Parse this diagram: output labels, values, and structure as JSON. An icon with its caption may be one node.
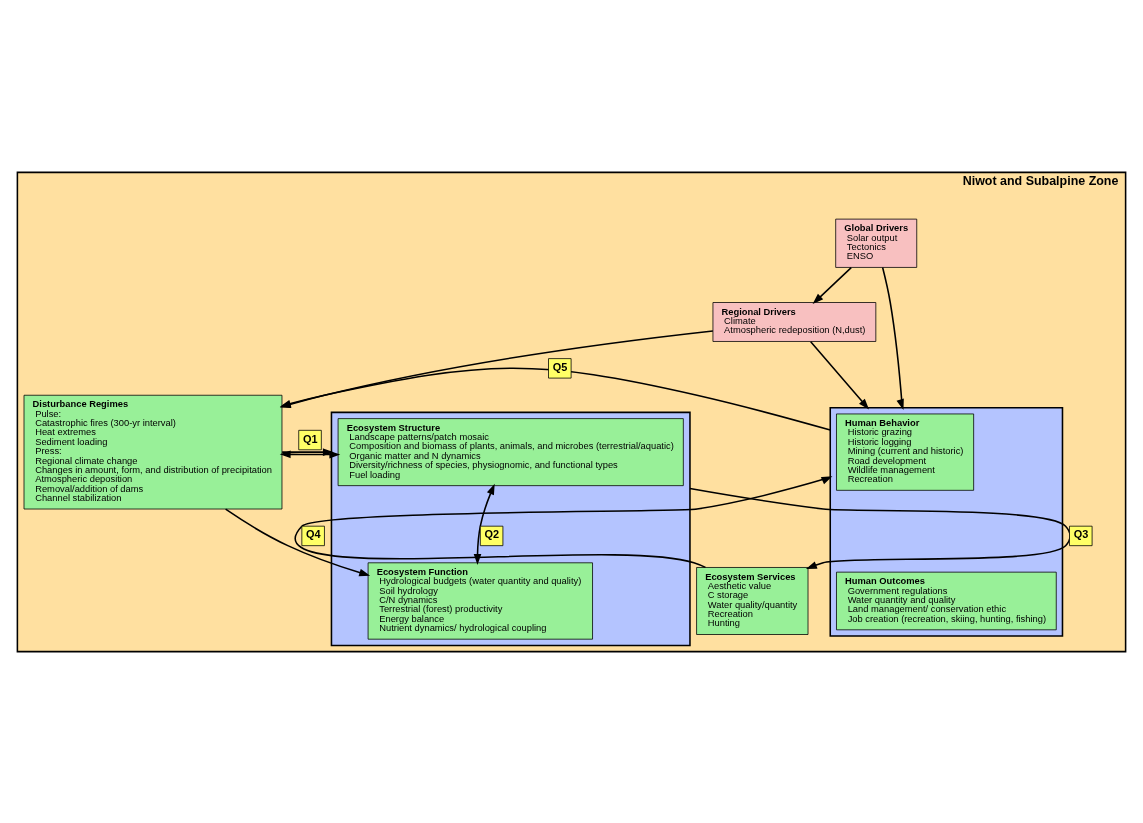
{
  "diagram": {
    "nodes": [
      {
        "text": [
          "Niwot and Subalpine Zone"
        ]
      },
      {
        "text": [
          "Global Drivers",
          "Solar output",
          "Tectonics",
          "ENSO"
        ],
        "in": 0
      },
      {
        "text": [
          "Regional Drivers",
          "Climate",
          "Atmospheric redeposition (N,dust)"
        ],
        "in": 0
      },
      {
        "text": [],
        "shape": "box",
        "in": 0
      },
      {
        "text": [
          "Human Behavior",
          "Historic grazing",
          "Historic logging",
          "Mining (current and historic)",
          "Road development",
          "Wildlife management",
          "Recreation"
        ],
        "in": 3
      },
      {
        "text": [
          "Human Outcomes",
          "Government regulations",
          "Water quantity and quality",
          "Land management/ conservation ethic",
          "Job creation (recreation, skiing, hunting, fishing)"
        ],
        "in": 3
      },
      {
        "text": [
          "Disturbance Regimes",
          "Pulse:",
          "Catastrophic fires (300-yr interval)",
          "Heat extremes",
          "Sediment loading",
          "Press:",
          "Regional climate change",
          "Changes in amount, form, and distribution of precipitation",
          "Atmospheric deposition",
          "Removal/addition of dams",
          "Channel stabilization"
        ],
        "in": 0
      },
      {
        "text": [],
        "shape": "box",
        "in": 0
      },
      {
        "text": [
          "Ecosystem Structure",
          "Landscape patterns/patch mosaic",
          "Composition and biomass of plants, animals, and microbes (terrestrial/aquatic)",
          "Organic matter and N dynamics",
          "Diversity/richness of species, physiognomic, and functional types",
          "Fuel loading"
        ],
        "in": 7
      },
      {
        "text": [
          "Ecosystem Function",
          "Hydrological budgets (water quantity and quality)",
          "Soil hydrology",
          "C/N dynamics",
          "Terrestrial (forest) productivity",
          "Energy balance",
          "Nutrient dynamics/ hydrological coupling"
        ],
        "in": 7
      },
      {
        "text": [
          "Ecosystem Services",
          "Aesthetic value",
          "C storage",
          "Water quality/quantity",
          "Recreation",
          "Hunting"
        ],
        "in": 0
      }
    ],
    "edges": [
      {
        "from": 1,
        "to": 2,
        "arrow": "to"
      },
      {
        "from": 1,
        "to": 3,
        "arrow": "to"
      },
      {
        "from": 2,
        "to": 3,
        "arrow": "to"
      },
      {
        "from": 2,
        "to": 6,
        "arrow": "to"
      },
      {
        "from": 3,
        "to": 6,
        "arrow": "to",
        "label": "Q5"
      },
      {
        "from": 6,
        "to": 8,
        "arrow": "both"
      },
      {
        "from": 6,
        "to": 7,
        "arrow": "to",
        "label": "Q1"
      },
      {
        "from": 6,
        "to": 9,
        "arrow": "to"
      },
      {
        "from": 8,
        "to": 9,
        "arrow": "both",
        "label": "Q2"
      },
      {
        "from": 7,
        "to": 10,
        "arrow": "to",
        "label": "Q3"
      },
      {
        "from": 10,
        "to": 3,
        "arrow": "to",
        "label": "Q4"
      }
    ]
  }
}
